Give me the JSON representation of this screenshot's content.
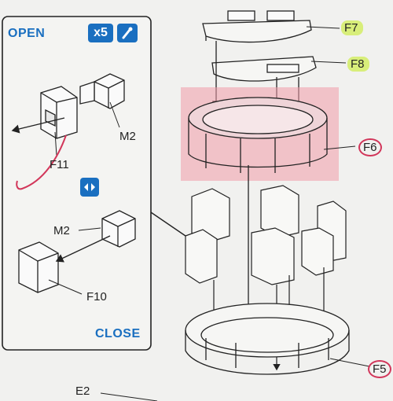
{
  "inset": {
    "open_label": "OPEN",
    "close_label": "CLOSE",
    "multiplier": "x5",
    "multiplier_number": "5",
    "part_m2_upper": "M2",
    "part_f11": "F11",
    "part_m2_lower": "M2",
    "part_f10": "F10",
    "icons": [
      "repeat-x5-icon",
      "glue-brush-icon",
      "open-close-icon"
    ]
  },
  "main": {
    "part_f7": "F7",
    "part_f8": "F8",
    "part_f6": "F6",
    "part_f5": "F5",
    "part_e2": "E2"
  },
  "colors": {
    "brand_blue": "#1a6fc0",
    "highlight_yellow": "#d8ee7a",
    "highlight_pink": "#f19aa8",
    "pen_red": "#d2365a",
    "line": "#2a2a2a"
  }
}
